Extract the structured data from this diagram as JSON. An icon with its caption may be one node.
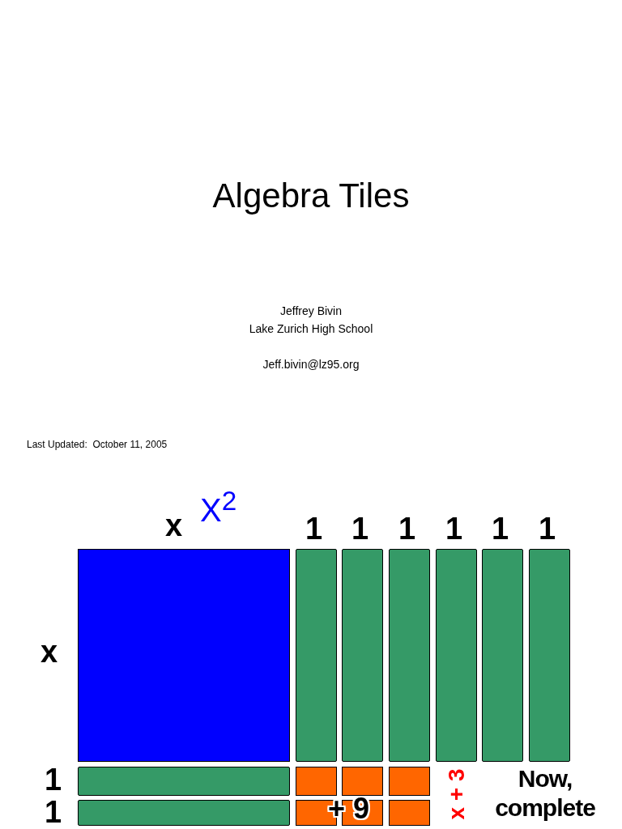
{
  "diagram": {
    "title": "Algebra Tiles",
    "nodes": [
      {
        "text": [],
        "shape": "box"
      },
      {
        "text": [],
        "shape": "bar"
      },
      {
        "text": [],
        "shape": "bar"
      },
      {
        "text": [],
        "shape": "bar"
      },
      {
        "text": [],
        "shape": "bar"
      },
      {
        "text": [],
        "shape": "bar"
      },
      {
        "text": [],
        "shape": "bar"
      },
      {
        "text": [],
        "shape": "bar"
      },
      {
        "text": [],
        "shape": "bar"
      },
      {
        "text": [],
        "shape": "box"
      },
      {
        "text": [],
        "shape": "box"
      },
      {
        "text": [],
        "shape": "box"
      },
      {
        "text": [],
        "shape": "box"
      },
      {
        "text": [],
        "shape": "box"
      },
      {
        "text": [],
        "shape": "box"
      }
    ],
    "labels": [
      "Jeffrey Bivin",
      "Lake Zurich High School",
      "Jeff.bivin@lz95.org",
      "Last Updated:  October 11, 2005",
      "X$^{2}$",
      "x",
      "1",
      "1",
      "1",
      "1",
      "1",
      "1",
      "x",
      "x + 3",
      "1",
      "Now, complete",
      "1",
      "+ 9"
    ]
  }
}
